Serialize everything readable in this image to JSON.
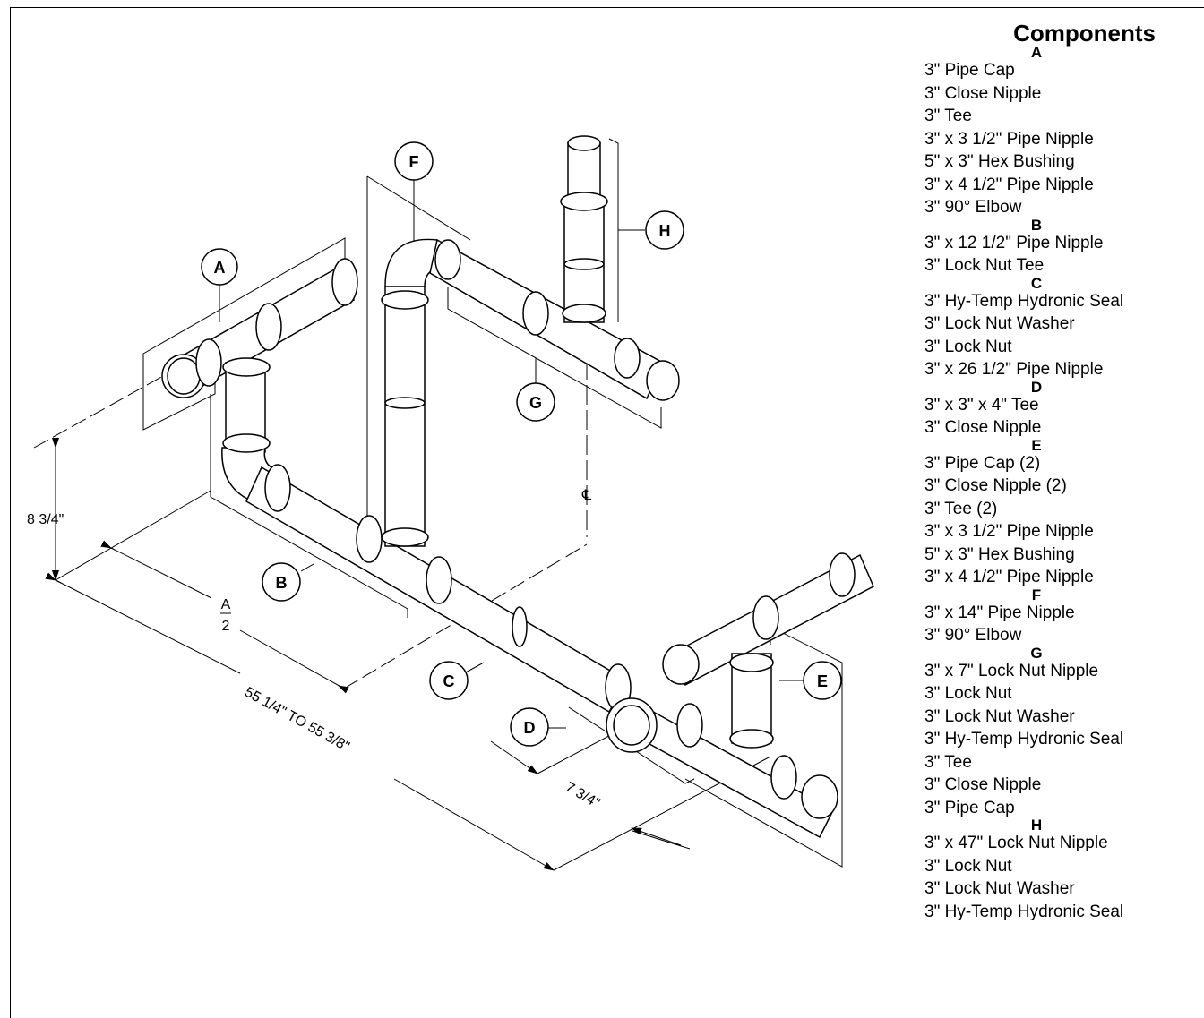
{
  "components": {
    "title": "Components",
    "groups": [
      {
        "letter": "A",
        "items": [
          "3\" Pipe Cap",
          "3\" Close Nipple",
          "3\" Tee",
          "3\" x 3 1/2\" Pipe Nipple",
          "5\" x 3\" Hex Bushing",
          "3\" x 4 1/2\" Pipe Nipple",
          "3\" 90° Elbow"
        ]
      },
      {
        "letter": "B",
        "items": [
          "3\" x 12 1/2\" Pipe Nipple",
          "3\" Lock Nut Tee"
        ]
      },
      {
        "letter": "C",
        "items": [
          "3\" Hy-Temp Hydronic Seal",
          "3\" Lock Nut Washer",
          "3\" Lock Nut",
          "3\" x 26 1/2\" Pipe Nipple"
        ]
      },
      {
        "letter": "D",
        "items": [
          "3\" x 3\" x 4\" Tee",
          "3\" Close Nipple"
        ]
      },
      {
        "letter": "E",
        "items": [
          "3\" Pipe Cap (2)",
          "3\" Close Nipple (2)",
          "3\" Tee (2)",
          "3\" x 3 1/2\" Pipe Nipple",
          "5\" x 3\" Hex Bushing",
          "3\" x 4 1/2\" Pipe Nipple"
        ]
      },
      {
        "letter": "F",
        "items": [
          "3\" x 14\" Pipe Nipple",
          "3\" 90° Elbow"
        ]
      },
      {
        "letter": "G",
        "items": [
          "3\" x 7\" Lock Nut Nipple",
          "3\" Lock Nut",
          "3\" Lock Nut Washer",
          "3\" Hy-Temp Hydronic Seal",
          "3\" Tee",
          "3\" Close Nipple",
          "3\" Pipe Cap"
        ]
      },
      {
        "letter": "H",
        "items": [
          "3\" x 47\" Lock Nut Nipple",
          "3\" Lock Nut",
          "3\" Lock Nut Washer",
          "3\" Hy-Temp Hydronic Seal"
        ]
      }
    ]
  },
  "diagram": {
    "callouts": [
      "A",
      "B",
      "C",
      "D",
      "E",
      "F",
      "G",
      "H"
    ],
    "dimensions": {
      "height": "8 3/4\"",
      "half_numerator": "A",
      "half_denominator": "2",
      "overall_length": "55 1/4\" TO 55 3/8\"",
      "offset": "7 3/4\""
    },
    "centerline_symbol": "℄"
  }
}
